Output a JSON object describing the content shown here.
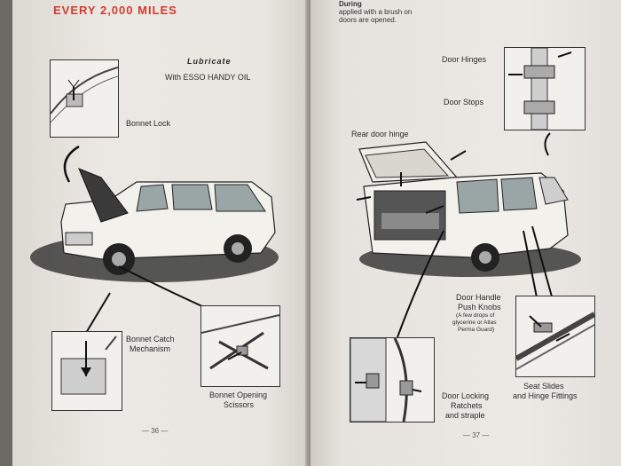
{
  "left": {
    "title": "EVERY 2,000 MILES",
    "lubricate": "Lubricate",
    "lubricate_with": "With ESSO HANDY OIL",
    "labels": {
      "bonnet_lock": "Bonnet Lock",
      "bonnet_catch_1": "Bonnet Catch",
      "bonnet_catch_2": "Mechanism",
      "bonnet_scissors_1": "Bonnet Opening",
      "bonnet_scissors_2": "Scissors"
    },
    "page_number": "— 36 —"
  },
  "right": {
    "header_1": "During",
    "header_2": "applied with a brush on",
    "header_3": "doors are opened.",
    "labels": {
      "door_hinges": "Door Hinges",
      "door_stops": "Door Stops",
      "rear_door_hinge": "Rear door hinge",
      "door_handle": "Door Handle",
      "push_knobs": "Push Knobs",
      "note_1": "(A few drops of",
      "note_2": "glycerine or Atlas",
      "note_3": "Perma Guard)",
      "door_locking_1": "Door Locking",
      "door_locking_2": "Ratchets",
      "door_locking_3": "and straple",
      "seat_slides_1": "Seat Slides",
      "seat_slides_2": "and Hinge Fittings"
    },
    "page_number": "— 37 —"
  }
}
